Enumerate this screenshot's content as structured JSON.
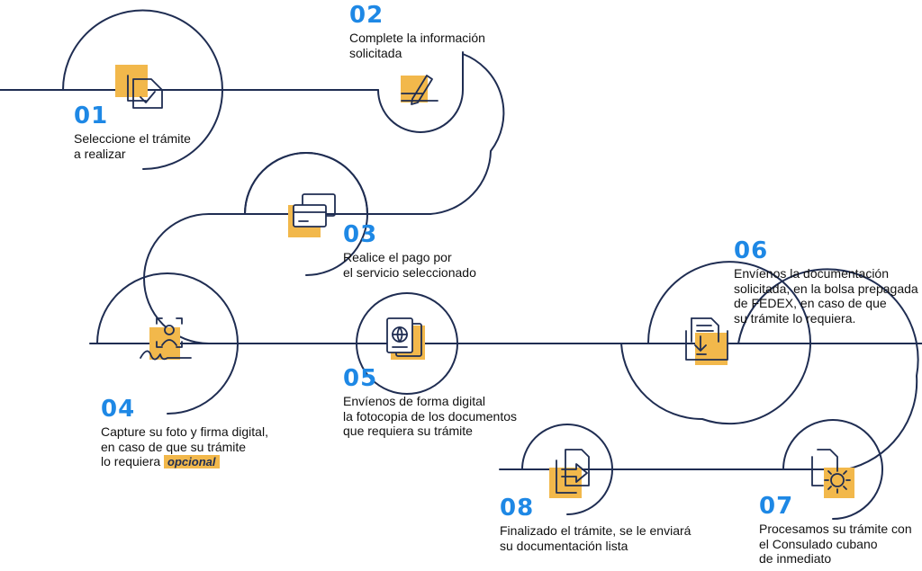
{
  "colors": {
    "line": "#1f2d52",
    "accent": "#f2b84b",
    "number": "#1e88e5",
    "text": "#111111"
  },
  "steps": [
    {
      "number": "01",
      "icon": "document-check-icon",
      "lines": [
        "Seleccione el trámite",
        "a realizar"
      ]
    },
    {
      "number": "02",
      "icon": "pen-signature-icon",
      "lines": [
        "Complete la información",
        "solicitada"
      ]
    },
    {
      "number": "03",
      "icon": "credit-card-icon",
      "lines": [
        "Realice el pago por",
        "el servicio seleccionado"
      ]
    },
    {
      "number": "04",
      "icon": "photo-signature-icon",
      "lines": [
        "Capture su foto y firma digital,",
        "en caso de que su trámite",
        "lo requiera"
      ],
      "tag": "opcional"
    },
    {
      "number": "05",
      "icon": "passport-icon",
      "lines": [
        "Envíenos de forma digital",
        "la fotocopia de los documentos",
        "que requiera su trámite"
      ]
    },
    {
      "number": "06",
      "icon": "envelope-document-icon",
      "lines": [
        "Envíenos la documentación",
        "solicitada, en la bolsa prepagada",
        "de FEDEX, en caso de que",
        "su trámite lo requiera."
      ]
    },
    {
      "number": "07",
      "icon": "documents-gear-icon",
      "lines": [
        "Procesamos su trámite con",
        "el Consulado cubano",
        "de inmediato"
      ]
    },
    {
      "number": "08",
      "icon": "document-export-icon",
      "lines": [
        "Finalizado el trámite, se le enviará",
        "su documentación lista"
      ]
    }
  ]
}
